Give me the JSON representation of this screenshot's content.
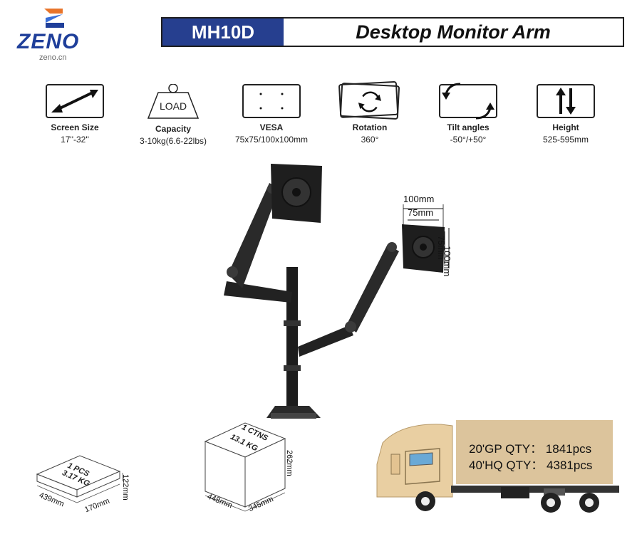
{
  "brand": {
    "name": "ZENO",
    "domain": "zeno.cn"
  },
  "header": {
    "model": "MH10D",
    "title": "Desktop Monitor Arm"
  },
  "features": [
    {
      "icon": "double-arrow-diagonal-icon",
      "name": "Screen Size",
      "value": "17''-32''"
    },
    {
      "icon": "weight-icon",
      "icon_text": "LOAD",
      "name": "Capacity",
      "value": "3-10kg(6.6-22lbs)"
    },
    {
      "icon": "vesa-holes-icon",
      "name": "VESA",
      "value": "75x75/100x100mm"
    },
    {
      "icon": "rotation-icon",
      "name": "Rotation",
      "value": "360°"
    },
    {
      "icon": "tilt-icon",
      "name": "Tilt angles",
      "value": "-50°/+50°"
    },
    {
      "icon": "height-arrows-icon",
      "name": "Height",
      "value": "525-595mm"
    }
  ],
  "vesa_dims": {
    "w100": "100mm",
    "w75": "75mm",
    "h100": "100mm",
    "h75": "75mm"
  },
  "packages": {
    "single": {
      "line1": "1 PCS",
      "line2": "3.17 KG",
      "length": "439mm",
      "width": "170mm",
      "height": "122mm"
    },
    "carton": {
      "line1": "1 CTNS",
      "line2": "13.1 KG",
      "length": "448mm",
      "width": "345mm",
      "height": "262mm"
    }
  },
  "shipping": {
    "gp20": "20'GP QTY： 1841pcs",
    "hq40": "40'HQ QTY： 4381pcs"
  }
}
